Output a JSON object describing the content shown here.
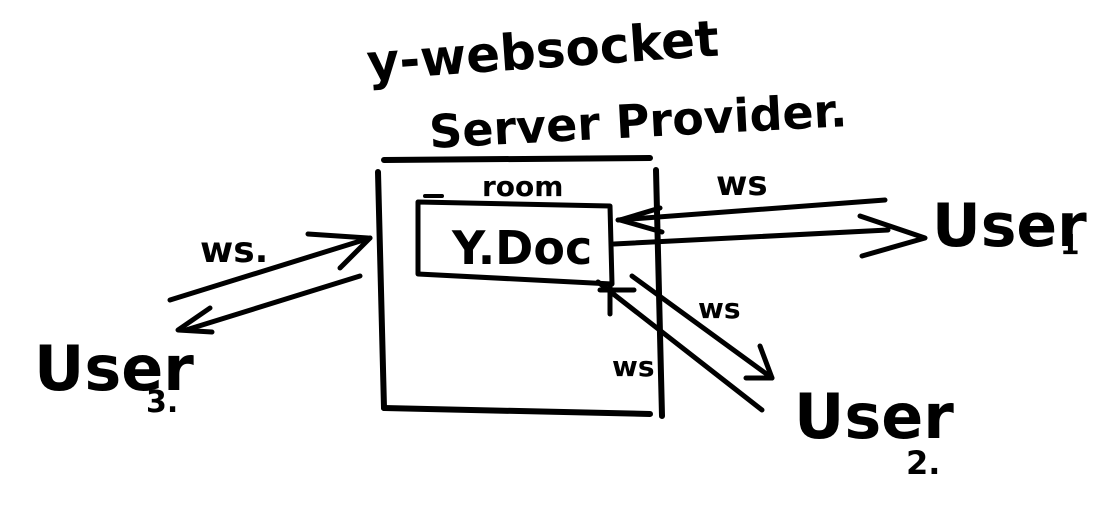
{
  "diagram": {
    "server": {
      "title_line1": "y-websocket",
      "title_line2": "Server Provider."
    },
    "room": {
      "label": "room",
      "doc_label": "Y.Doc"
    },
    "users": {
      "user1": "User",
      "user1_sub": "1",
      "user2": "User",
      "user2_sub": "2.",
      "user3": "User",
      "user3_sub": "3."
    },
    "connections": {
      "user1_label": "ws",
      "user2_label_a": "ws",
      "user2_label_b": "ws",
      "user3_label": "ws."
    },
    "colors": {
      "ink": "#000000",
      "background": "#ffffff"
    }
  }
}
